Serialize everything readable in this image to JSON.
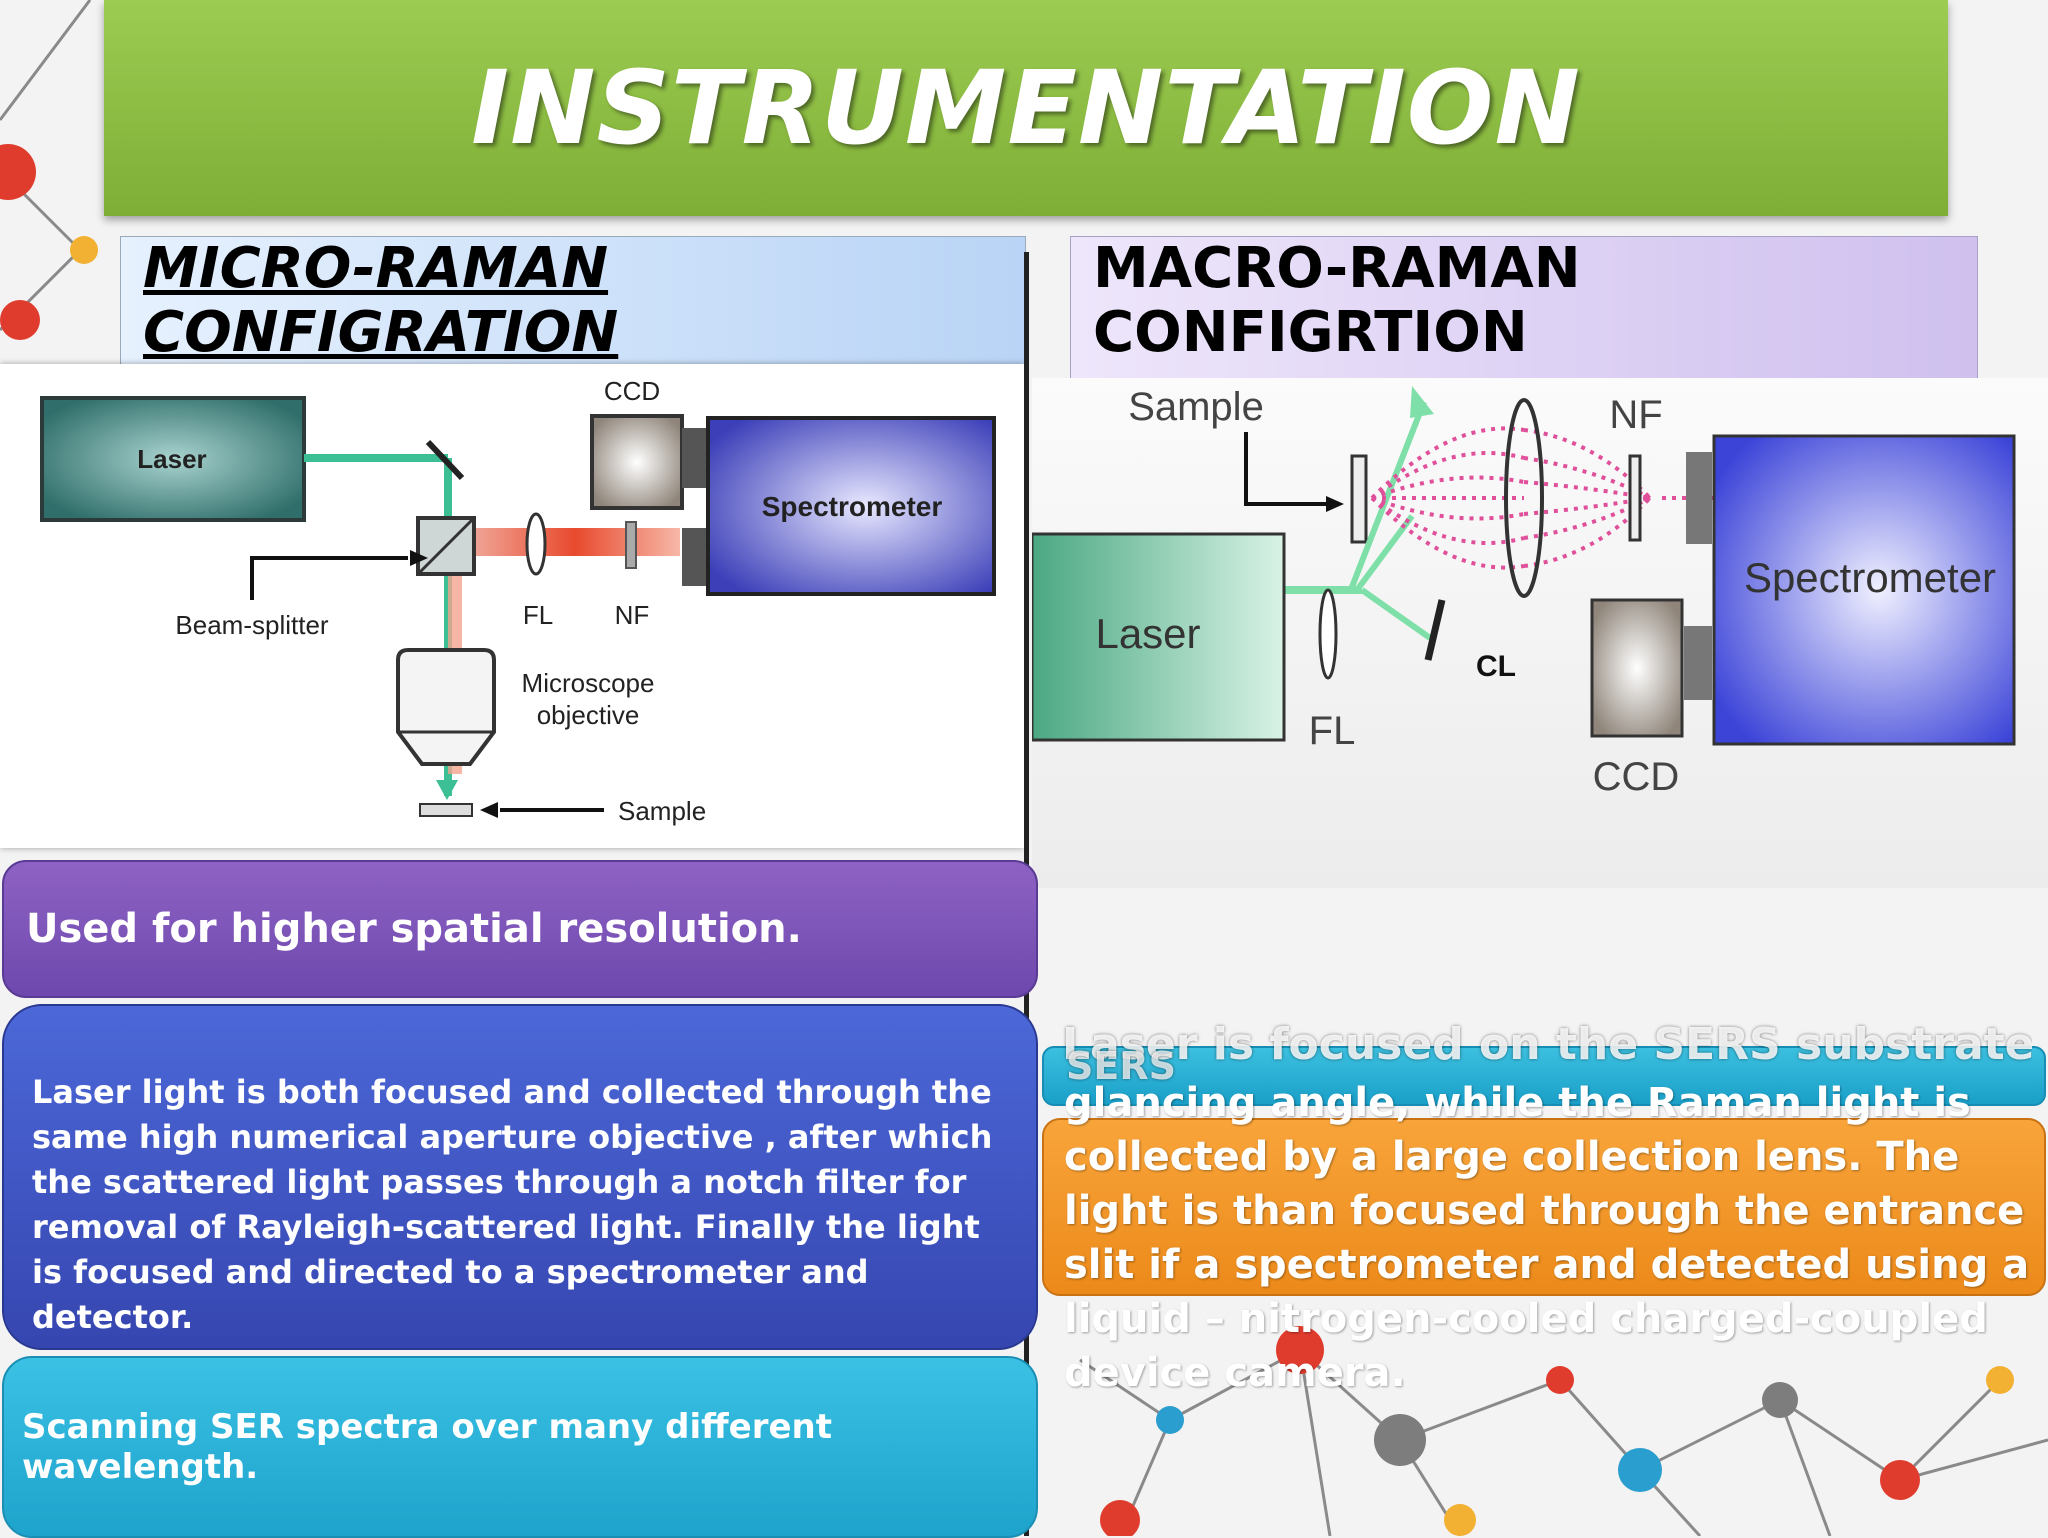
{
  "slide": {
    "title": "INSTRUMENTATION",
    "micro": {
      "heading_line1": "MICRO-RAMAN",
      "heading_line2": "CONFIGRATION",
      "diagram": {
        "laser": "Laser",
        "ccd": "CCD",
        "spectrometer": "Spectrometer",
        "beam_splitter": "Beam-splitter",
        "fl": "FL",
        "nf": "NF",
        "microscope_line1": "Microscope",
        "microscope_line2": "objective",
        "sample": "Sample"
      },
      "box_resolution": "Used for higher spatial resolution.",
      "box_description": "Laser light is both focused and collected through the same high numerical aperture objective , after which the scattered light passes through a notch filter for removal of Rayleigh-scattered light. Finally the light is focused and directed to a spectrometer and detector.",
      "box_scanning": "Scanning SER spectra over many different wavelength."
    },
    "macro": {
      "heading_line1": "MACRO-RAMAN",
      "heading_line2": "CONFIGRTION",
      "diagram": {
        "sample": "Sample",
        "nf": "NF",
        "laser": "Laser",
        "fl": "FL",
        "cl": "CL",
        "ccd": "CCD",
        "spectrometer": "Spectrometer"
      },
      "overlap_text_a": "Laser is focused on the SERS substrate at a high",
      "overlap_text_b": "SERS",
      "box_description": "glancing angle, while the Raman light is collected by a large collection lens. The light is than focused through the entrance slit if a spectrometer and detected using a liquid – nitrogen-cooled charged-coupled device camera."
    },
    "colors": {
      "title_green": "#8fbe44",
      "purple": "#7e56b8",
      "blue": "#3f56c4",
      "cyan": "#2cb4dc",
      "orange": "#f29a2c",
      "laser_beam": "#3cbf94",
      "raman_beam": "#e84a2e"
    }
  }
}
